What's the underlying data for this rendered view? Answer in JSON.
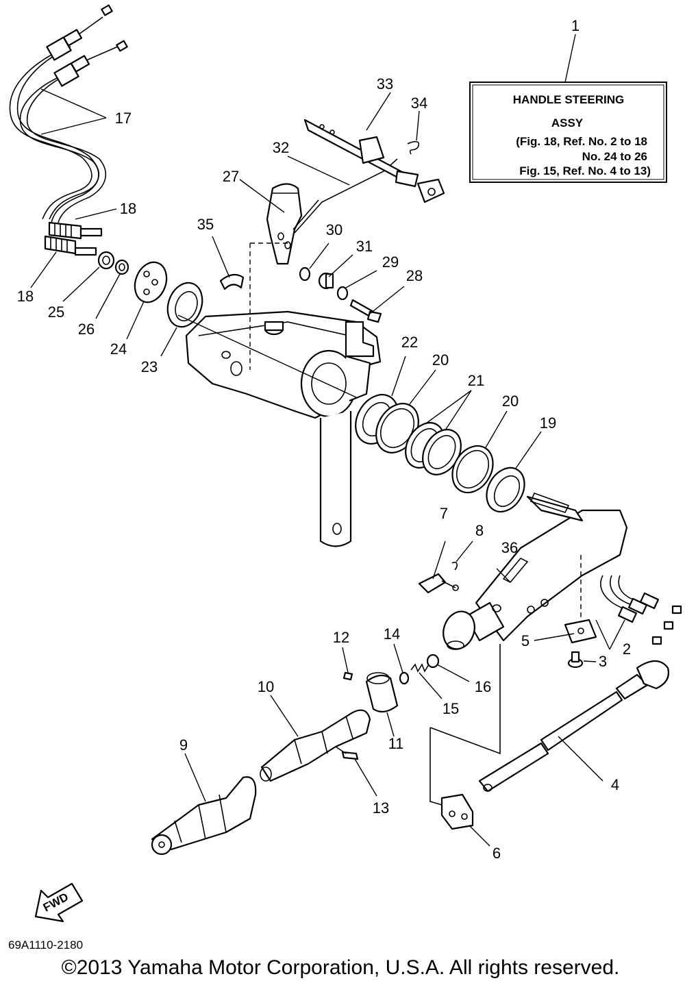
{
  "title_box": {
    "lines": [
      "HANDLE STEERING",
      "ASSY",
      "(Fig. 18, Ref. No. 2 to 18",
      "No. 24 to 26",
      "Fig. 15, Ref. No. 4 to 13)"
    ]
  },
  "callouts": [
    {
      "id": "1",
      "label": "1"
    },
    {
      "id": "2",
      "label": "2"
    },
    {
      "id": "3",
      "label": "3"
    },
    {
      "id": "4",
      "label": "4"
    },
    {
      "id": "5",
      "label": "5"
    },
    {
      "id": "6",
      "label": "6"
    },
    {
      "id": "7",
      "label": "7"
    },
    {
      "id": "8",
      "label": "8"
    },
    {
      "id": "9",
      "label": "9"
    },
    {
      "id": "10",
      "label": "10"
    },
    {
      "id": "11",
      "label": "11"
    },
    {
      "id": "12",
      "label": "12"
    },
    {
      "id": "13",
      "label": "13"
    },
    {
      "id": "14",
      "label": "14"
    },
    {
      "id": "15",
      "label": "15"
    },
    {
      "id": "16",
      "label": "16"
    },
    {
      "id": "17",
      "label": "17"
    },
    {
      "id": "18a",
      "label": "18"
    },
    {
      "id": "18b",
      "label": "18"
    },
    {
      "id": "19",
      "label": "19"
    },
    {
      "id": "20a",
      "label": "20"
    },
    {
      "id": "20b",
      "label": "20"
    },
    {
      "id": "21",
      "label": "21"
    },
    {
      "id": "22",
      "label": "22"
    },
    {
      "id": "23",
      "label": "23"
    },
    {
      "id": "24",
      "label": "24"
    },
    {
      "id": "25",
      "label": "25"
    },
    {
      "id": "26",
      "label": "26"
    },
    {
      "id": "27",
      "label": "27"
    },
    {
      "id": "28",
      "label": "28"
    },
    {
      "id": "29",
      "label": "29"
    },
    {
      "id": "30",
      "label": "30"
    },
    {
      "id": "31",
      "label": "31"
    },
    {
      "id": "32",
      "label": "32"
    },
    {
      "id": "33",
      "label": "33"
    },
    {
      "id": "34",
      "label": "34"
    },
    {
      "id": "35",
      "label": "35"
    },
    {
      "id": "36",
      "label": "36"
    }
  ],
  "fwd_label": "FWD",
  "diagram_code": "69A1110-2180",
  "copyright": "©2013 Yamaha Motor Corporation, U.S.A. All rights reserved."
}
